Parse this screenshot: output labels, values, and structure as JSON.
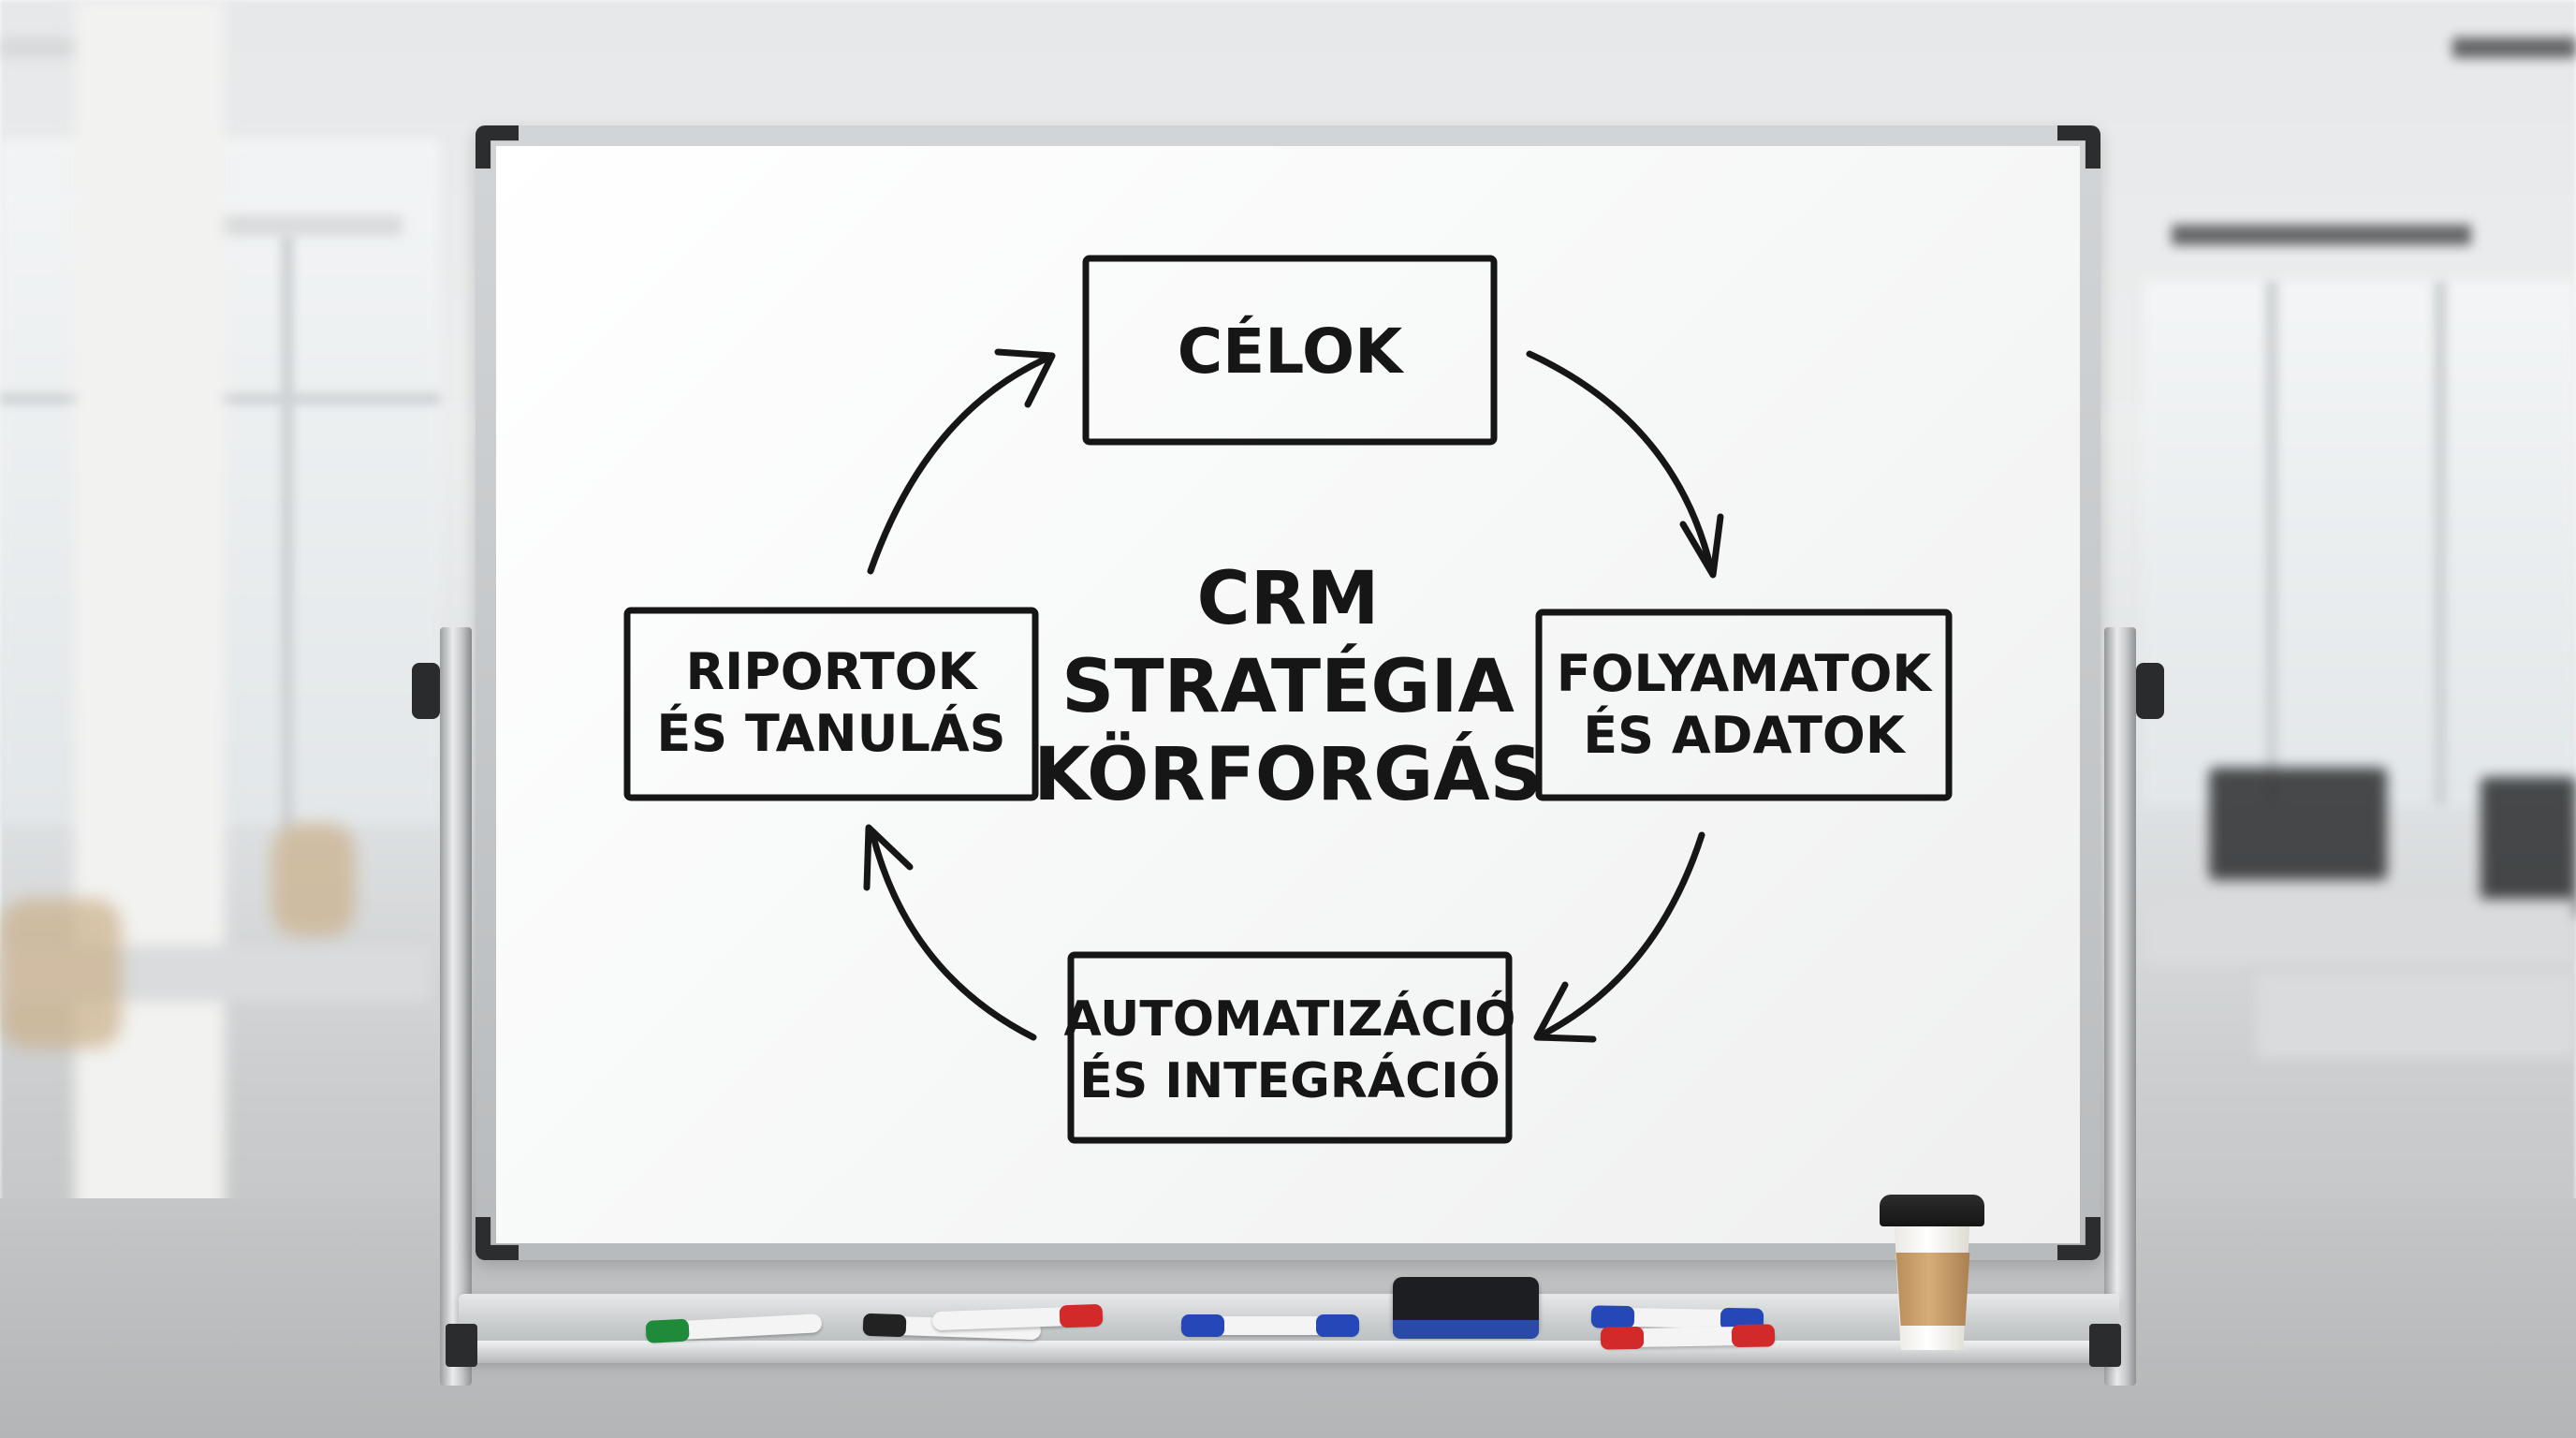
{
  "diagram": {
    "title_lines": [
      "CRM",
      "STRATÉGIA",
      "KÖRFORGÁS"
    ],
    "nodes": [
      {
        "id": "celok",
        "lines": [
          "CÉLOK"
        ]
      },
      {
        "id": "folyamatok",
        "lines": [
          "FOLYAMATOK",
          "ÉS ADATOK"
        ]
      },
      {
        "id": "automatizacio",
        "lines": [
          "AUTOMATIZÁCIÓ",
          "ÉS INTEGRÁCIÓ"
        ]
      },
      {
        "id": "riportok",
        "lines": [
          "RIPORTOK",
          "ÉS TANULÁS"
        ]
      }
    ],
    "edges": [
      {
        "from": "celok",
        "to": "folyamatok"
      },
      {
        "from": "folyamatok",
        "to": "automatizacio"
      },
      {
        "from": "automatizacio",
        "to": "riportok"
      },
      {
        "from": "riportok",
        "to": "celok"
      }
    ]
  },
  "scene": {
    "ink_color": "#161616",
    "board_color": "#f7f7f7",
    "markers": [
      {
        "name": "green-marker",
        "cap_color": "#1f8a3a"
      },
      {
        "name": "red-black-marker",
        "cap_color": "#222222",
        "tip_color": "#d22a2a"
      },
      {
        "name": "blue-marker",
        "cap_color": "#2547b8"
      },
      {
        "name": "blue-marker-2",
        "cap_color": "#2547b8"
      },
      {
        "name": "red-marker",
        "cap_color": "#d22a2a"
      }
    ]
  }
}
